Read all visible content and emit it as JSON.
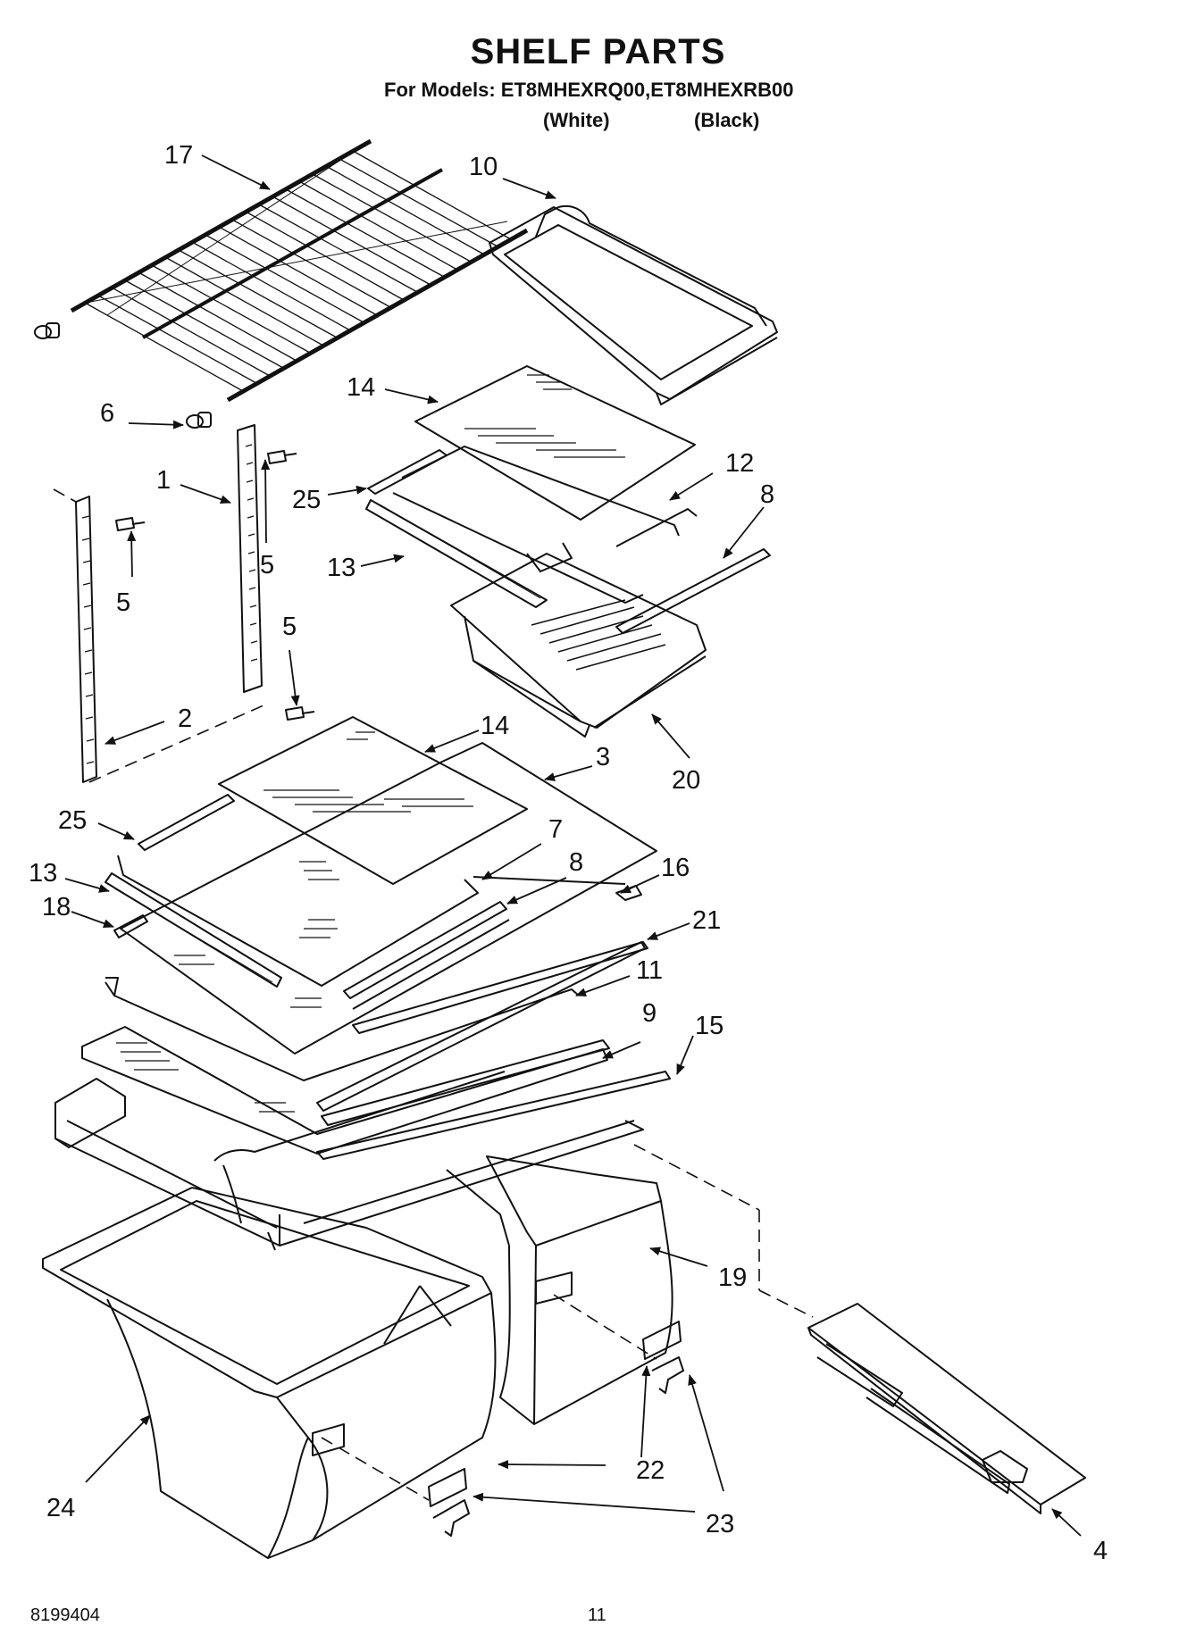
{
  "header": {
    "title": "SHELF PARTS",
    "models_line": "For Models: ET8MHEXRQ00,ET8MHEXRB00",
    "variant_white": "(White)",
    "variant_black": "(Black)"
  },
  "callouts": [
    {
      "id": "17",
      "text": "17"
    },
    {
      "id": "10",
      "text": "10"
    },
    {
      "id": "14a",
      "text": "14"
    },
    {
      "id": "6",
      "text": "6"
    },
    {
      "id": "12",
      "text": "12"
    },
    {
      "id": "1",
      "text": "1"
    },
    {
      "id": "8a",
      "text": "8"
    },
    {
      "id": "25a",
      "text": "25"
    },
    {
      "id": "5a",
      "text": "5"
    },
    {
      "id": "13a",
      "text": "13"
    },
    {
      "id": "5b",
      "text": "5"
    },
    {
      "id": "5c",
      "text": "5"
    },
    {
      "id": "2",
      "text": "2"
    },
    {
      "id": "14b",
      "text": "14"
    },
    {
      "id": "3",
      "text": "3"
    },
    {
      "id": "20",
      "text": "20"
    },
    {
      "id": "25b",
      "text": "25"
    },
    {
      "id": "7",
      "text": "7"
    },
    {
      "id": "13b",
      "text": "13"
    },
    {
      "id": "8b",
      "text": "8"
    },
    {
      "id": "16",
      "text": "16"
    },
    {
      "id": "18",
      "text": "18"
    },
    {
      "id": "21",
      "text": "21"
    },
    {
      "id": "11",
      "text": "11"
    },
    {
      "id": "9",
      "text": "9"
    },
    {
      "id": "15",
      "text": "15"
    },
    {
      "id": "19",
      "text": "19"
    },
    {
      "id": "22",
      "text": "22"
    },
    {
      "id": "23",
      "text": "23"
    },
    {
      "id": "24",
      "text": "24"
    },
    {
      "id": "4",
      "text": "4"
    }
  ],
  "footer": {
    "doc_number": "8199404",
    "page_number": "11"
  }
}
